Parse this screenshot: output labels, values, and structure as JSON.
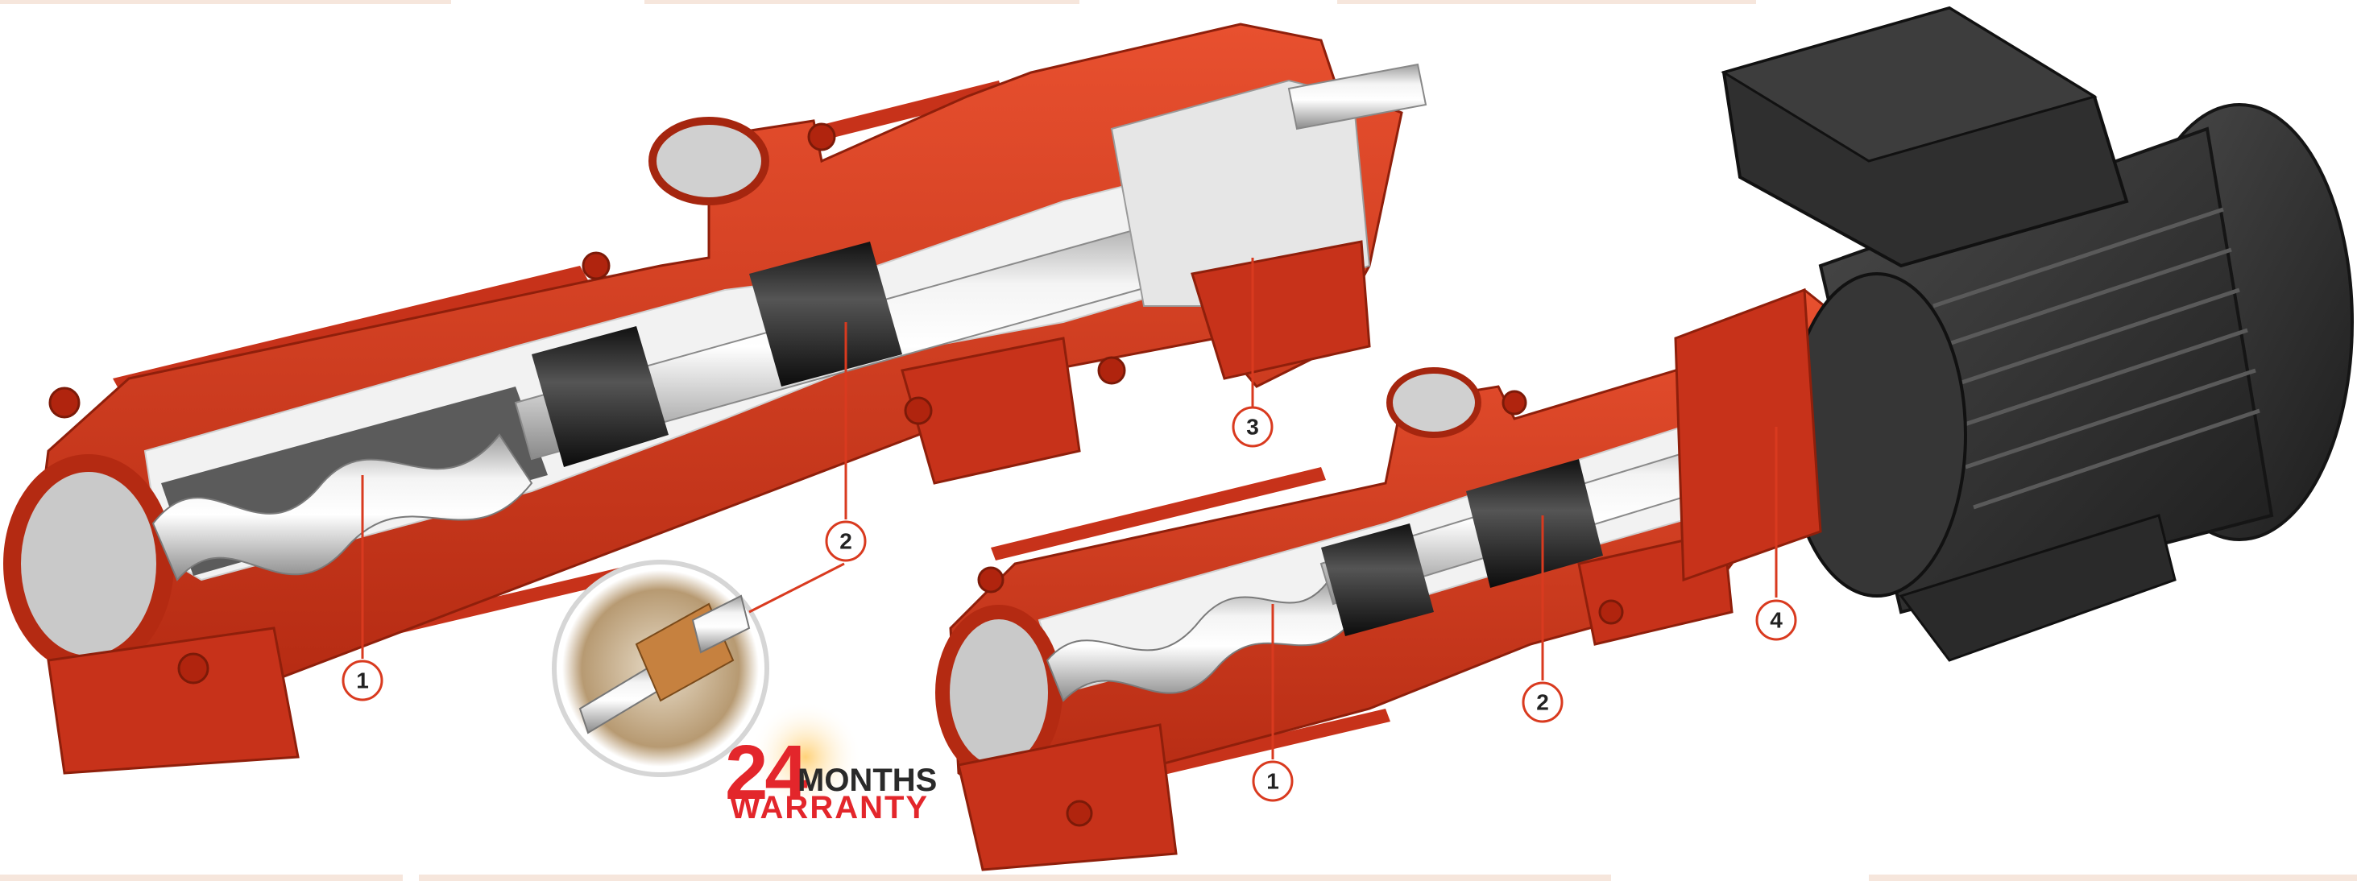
{
  "callouts": {
    "left_pump": {
      "rotor": "1",
      "joint": "2",
      "bearing_housing": "3"
    },
    "right_pump": {
      "rotor": "1",
      "joint": "2",
      "coupling": "4"
    }
  },
  "warranty_badge": {
    "number": "24",
    "unit": "MONTHS",
    "word": "WARRANTY"
  },
  "colors": {
    "casing_red": "#d93a1f",
    "casing_dark_red": "#a5260f",
    "cut_face_white": "#f2f2f2",
    "steel_light": "#e6e6e6",
    "stator_dark": "#262626",
    "motor_black": "#2b2b2b",
    "callout_red": "#d93a1f",
    "badge_red": "#e3262b",
    "badge_text": "#2a2a2a"
  }
}
